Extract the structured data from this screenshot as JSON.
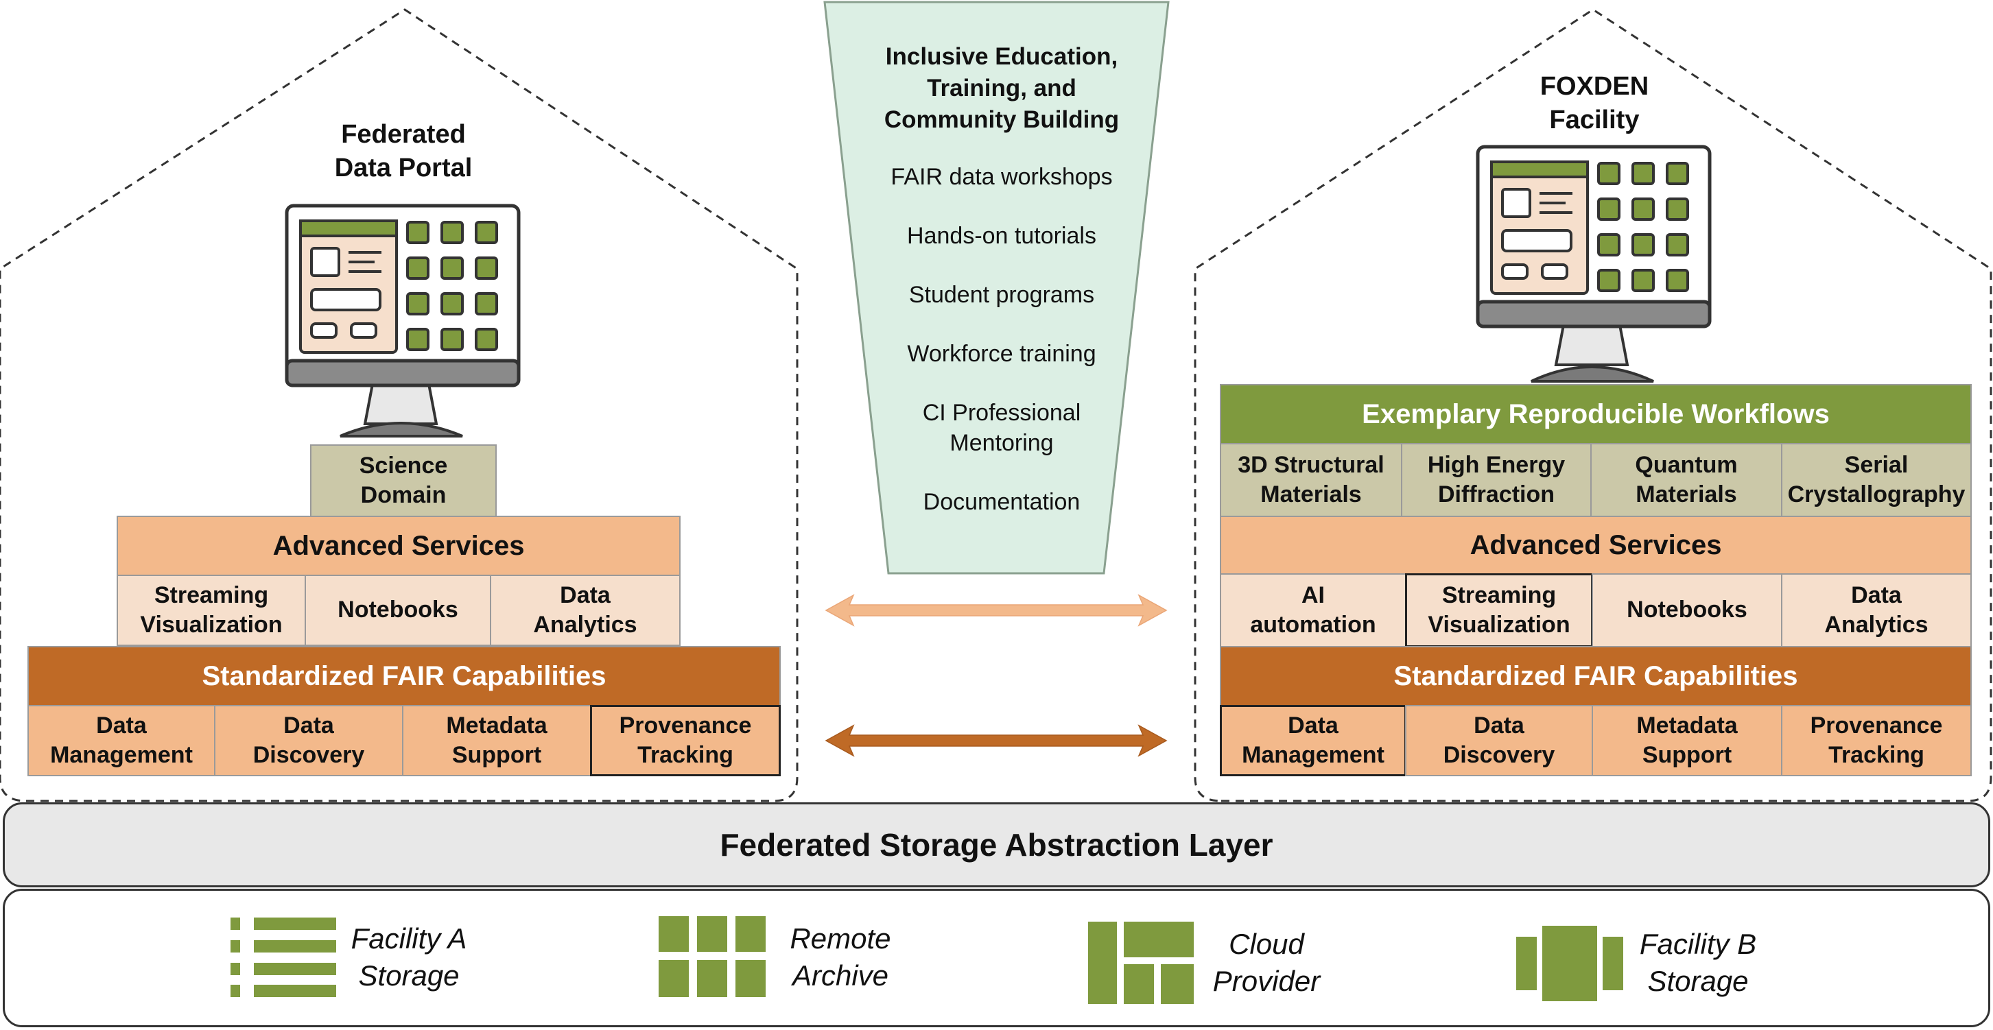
{
  "colors": {
    "olive": "#7f9a3e",
    "rust": "#bf6a26",
    "salmon": "#f3b98b",
    "pale_peach": "#f6dfcc",
    "khaki": "#cbc8a8",
    "mint": "#dcefe4",
    "gray": "#e8e8e8"
  },
  "left": {
    "title_line1": "Federated",
    "title_line2": "Data Portal",
    "science_line1": "Science",
    "science_line2": "Domain",
    "advanced": "Advanced Services",
    "services": [
      {
        "l1": "Streaming",
        "l2": "Visualization"
      },
      {
        "l1": "Notebooks",
        "l2": ""
      },
      {
        "l1": "Data",
        "l2": "Analytics"
      }
    ],
    "fair": "Standardized FAIR Capabilities",
    "caps": [
      {
        "l1": "Data",
        "l2": "Management"
      },
      {
        "l1": "Data",
        "l2": "Discovery"
      },
      {
        "l1": "Metadata",
        "l2": "Support"
      },
      {
        "l1": "Provenance",
        "l2": "Tracking"
      }
    ]
  },
  "right": {
    "title_line1": "FOXDEN",
    "title_line2": "Facility",
    "workflows": "Exemplary Reproducible Workflows",
    "domains": [
      {
        "l1": "3D Structural",
        "l2": "Materials"
      },
      {
        "l1": "High Energy",
        "l2": "Diffraction"
      },
      {
        "l1": "Quantum",
        "l2": "Materials"
      },
      {
        "l1": "Serial",
        "l2": "Crystallography"
      }
    ],
    "advanced": "Advanced Services",
    "services": [
      {
        "l1": "AI",
        "l2": "automation"
      },
      {
        "l1": "Streaming",
        "l2": "Visualization"
      },
      {
        "l1": "Notebooks",
        "l2": ""
      },
      {
        "l1": "Data",
        "l2": "Analytics"
      }
    ],
    "fair": "Standardized FAIR Capabilities",
    "caps": [
      {
        "l1": "Data",
        "l2": "Management"
      },
      {
        "l1": "Data",
        "l2": "Discovery"
      },
      {
        "l1": "Metadata",
        "l2": "Support"
      },
      {
        "l1": "Provenance",
        "l2": "Tracking"
      }
    ]
  },
  "education": {
    "heading_1": "Inclusive Education,",
    "heading_2": "Training, and",
    "heading_3": "Community Building",
    "items": [
      "FAIR data workshops",
      "Hands-on tutorials",
      "Student programs",
      "Workforce training"
    ],
    "mentoring_1": "CI Professional",
    "mentoring_2": "Mentoring",
    "documentation": "Documentation"
  },
  "storage_layer": "Federated Storage Abstraction Layer",
  "storage": [
    {
      "l1": "Facility A",
      "l2": "Storage",
      "icon": "list-storage-icon"
    },
    {
      "l1": "Remote",
      "l2": "Archive",
      "icon": "grid-archive-icon"
    },
    {
      "l1": "Cloud",
      "l2": "Provider",
      "icon": "blocks-cloud-icon"
    },
    {
      "l1": "Facility B",
      "l2": "Storage",
      "icon": "panels-storage-icon"
    }
  ]
}
